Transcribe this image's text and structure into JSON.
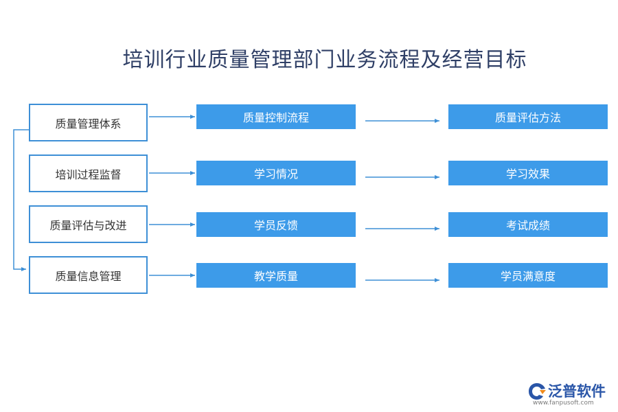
{
  "title": "培训行业质量管理部门业务流程及经营目标",
  "rows": [
    {
      "left": "质量管理体系",
      "mid": "质量控制流程",
      "right": "质量评估方法"
    },
    {
      "left": "培训过程监督",
      "mid": "学习情况",
      "right": "学习效果"
    },
    {
      "left": "质量评估与改进",
      "mid": "学员反馈",
      "right": "考试成绩"
    },
    {
      "left": "质量信息管理",
      "mid": "教学质量",
      "right": "学员满意度"
    }
  ],
  "logo": {
    "name": "泛普软件",
    "url": "www.fanpusoft.com"
  },
  "colors": {
    "accent": "#3d9be9",
    "border": "#3d8fd6",
    "title": "#2f3f66",
    "line": "#3d8fd6"
  }
}
